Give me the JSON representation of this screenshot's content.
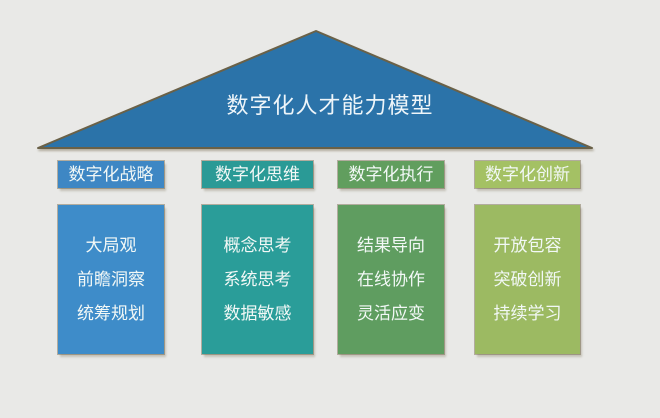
{
  "background_color": "#e9e9e7",
  "roof": {
    "title": "数字化人才能力模型",
    "fill": "#2b73a9",
    "stroke": "#6a6148",
    "title_color": "#eef5f9"
  },
  "columns": [
    {
      "header": "数字化战略",
      "header_color": "#3e87c4",
      "pillar_color": "#3e8cc9",
      "items": [
        "大局观",
        "前瞻洞察",
        "统筹规划"
      ]
    },
    {
      "header": "数字化思维",
      "header_color": "#2a9a96",
      "pillar_color": "#2a9d99",
      "items": [
        "概念思考",
        "系统思考",
        "数据敏感"
      ]
    },
    {
      "header": "数字化执行",
      "header_color": "#619e5e",
      "pillar_color": "#5f9d60",
      "items": [
        "结果导向",
        "在线协作",
        "灵活应变"
      ]
    },
    {
      "header": "数字化创新",
      "header_color": "#a4c164",
      "pillar_color": "#9cba62",
      "items": [
        "开放包容",
        "突破创新",
        "持续学习"
      ]
    }
  ]
}
